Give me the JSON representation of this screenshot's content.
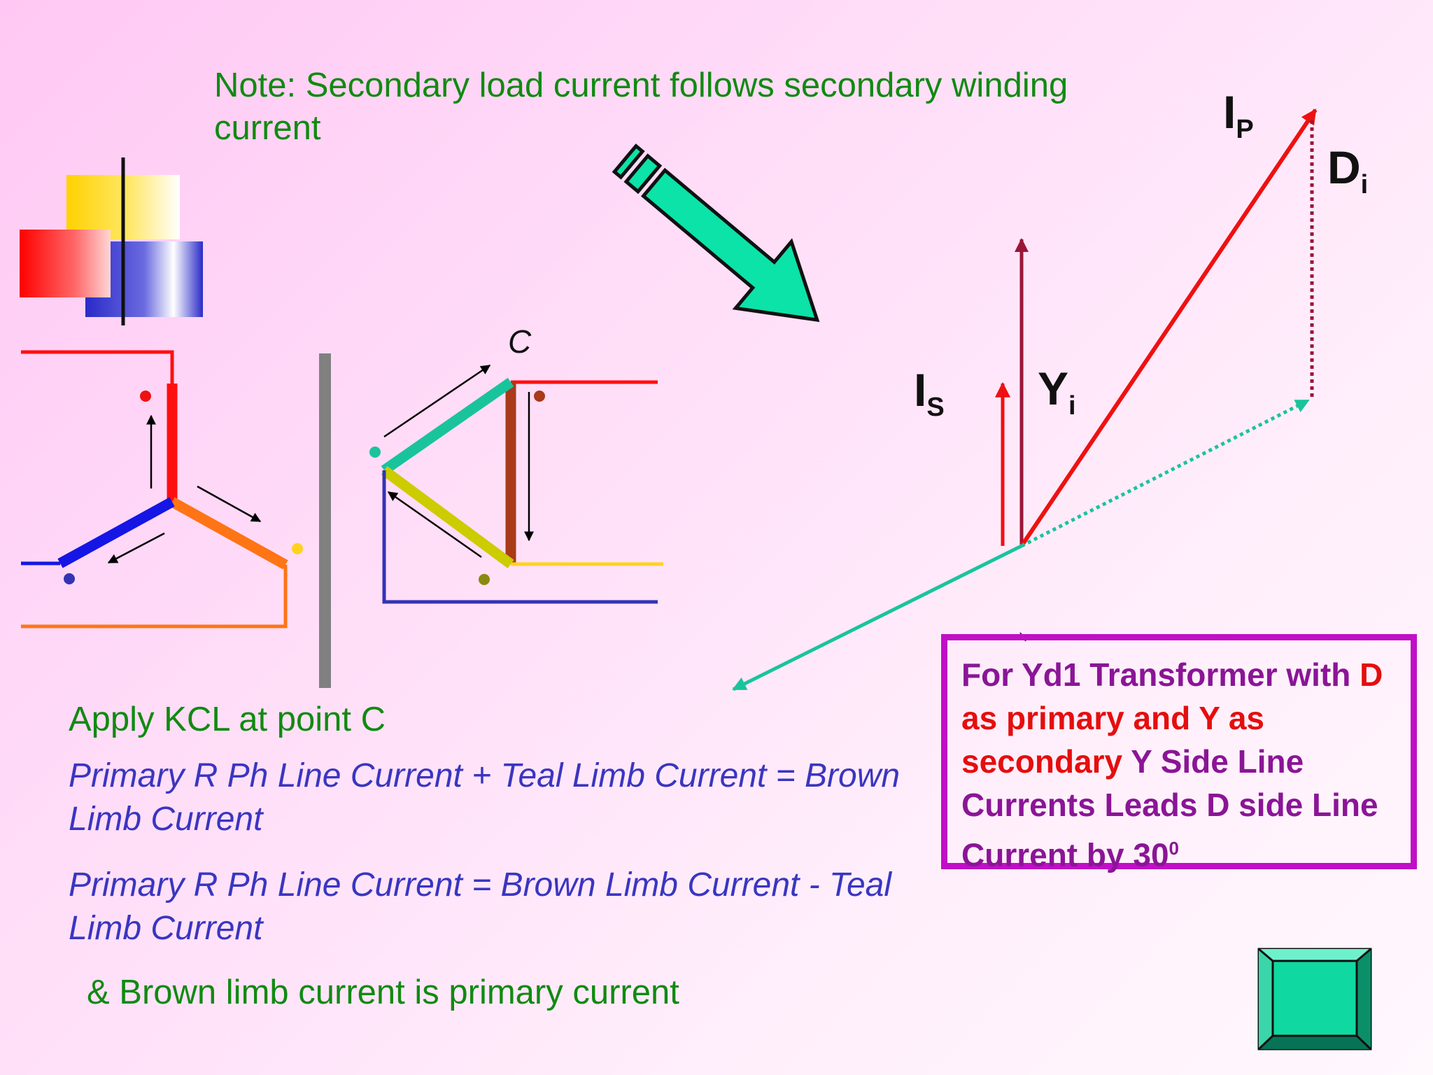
{
  "note": "Note: Secondary load current follows secondary winding current",
  "labels": {
    "ip_main": "I",
    "ip_sub": "P",
    "di_main": "D",
    "di_sub": "i",
    "is_main": "I",
    "is_sub": "S",
    "yi_main": "Y",
    "yi_sub": "i",
    "point_c": "C"
  },
  "kcl": "Apply KCL at point C",
  "equation_1": "Primary R Ph Line Current + Teal Limb Current = Brown Limb Current",
  "equation_2": "Primary R Ph Line Current = Brown Limb Current - Teal Limb Current",
  "brown_note": "& Brown limb current is primary current",
  "callout": {
    "part1": "For Yd1 Transformer with ",
    "part2": "D as primary and Y as secondary",
    "part3": "  Y Side Line Currents Leads D side Line Current by 30",
    "degree": "0"
  },
  "colors": {
    "red": "#ff1010",
    "blue": "#1515e6",
    "orange": "#ff7414",
    "teal": "#19c49c",
    "olive_yellow": "#cccc00",
    "brown": "#a93a1a",
    "yellow": "#ffd21e",
    "dark_blue": "#3333b4",
    "maroon": "#9a1638",
    "green_text": "#118a11",
    "purple_text": "#8a1596",
    "magenta_border": "#c00fc6",
    "arrow_fill": "#0be3a8"
  },
  "icons": [
    "decorative-block-logo",
    "big-teal-pointer-arrow",
    "teal-square-button"
  ]
}
